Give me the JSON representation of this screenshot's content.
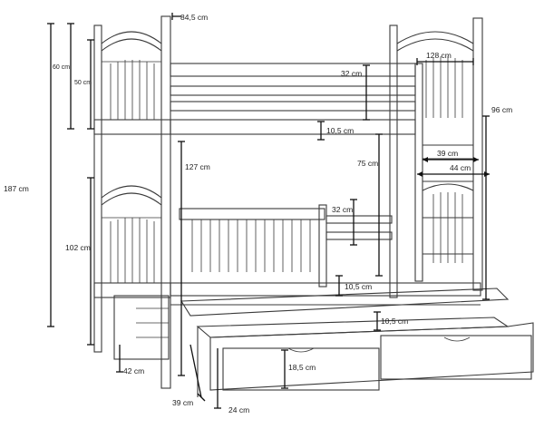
{
  "dimensions": {
    "top_width": "84,5 cm",
    "height_total": "187 cm",
    "head_60": "60 cm",
    "head_50": "50 cm",
    "bed_length": "128 cm",
    "upper_rail": "32 cm",
    "ladder_width": "96 cm",
    "gap_10_5_top": "10,5 cm",
    "clearance": "127 cm",
    "inner_75": "75 cm",
    "ladder_39": "39 cm",
    "ladder_44": "44 cm",
    "lower_rail": "32 cm",
    "lower_head": "102 cm",
    "gap_10_5_mid": "10,5 cm",
    "gap_10_5_low": "10,5 cm",
    "drawer_height": "18,5 cm",
    "leg_42": "42 cm",
    "base_39": "39 cm",
    "drawer_24": "24 cm"
  }
}
